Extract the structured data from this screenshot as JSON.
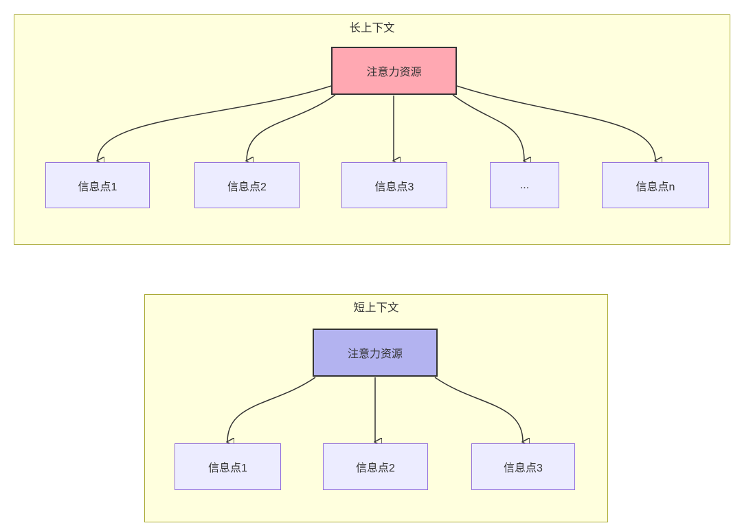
{
  "long_context": {
    "title": "长上下文",
    "source_label": "注意力资源",
    "targets": [
      "信息点1",
      "信息点2",
      "信息点3",
      "...",
      "信息点n"
    ]
  },
  "short_context": {
    "title": "短上下文",
    "source_label": "注意力资源",
    "targets": [
      "信息点1",
      "信息点2",
      "信息点3"
    ]
  },
  "colors": {
    "panel_fill": "#ffffde",
    "panel_border": "#aaaa33",
    "node_fill": "#ececff",
    "node_border": "#9370db",
    "attention_long_fill": "#ffa8b2",
    "attention_short_fill": "#b3b3f0",
    "attention_border": "#333333",
    "arrow": "#333333",
    "text": "#333333"
  }
}
